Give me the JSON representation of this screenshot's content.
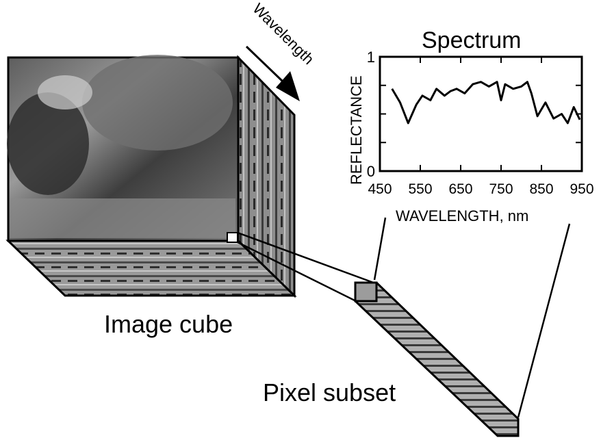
{
  "cube_label": "Image cube",
  "wavelength_arrow_label": "Wavelength",
  "pixel_subset_label": "Pixel subset",
  "chart_data": {
    "type": "line",
    "title": "Spectrum",
    "xlabel": "WAVELENGTH, nm",
    "ylabel": "REFLECTANCE",
    "xlim": [
      450,
      950
    ],
    "ylim": [
      0,
      1
    ],
    "x_ticks": [
      "450",
      "550",
      "650",
      "750",
      "850",
      "950"
    ],
    "y_ticks": [
      "0",
      "1"
    ],
    "grid": false,
    "series": [
      {
        "x": [
          480,
          500,
          520,
          540,
          555,
          575,
          590,
          610,
          625,
          640,
          660,
          680,
          700,
          720,
          740,
          750,
          760,
          780,
          800,
          815,
          825,
          840,
          860,
          880,
          900,
          915,
          930,
          945
        ],
        "y": [
          0.72,
          0.6,
          0.42,
          0.58,
          0.66,
          0.62,
          0.72,
          0.66,
          0.7,
          0.72,
          0.68,
          0.76,
          0.78,
          0.74,
          0.78,
          0.62,
          0.76,
          0.72,
          0.74,
          0.78,
          0.68,
          0.48,
          0.6,
          0.46,
          0.5,
          0.42,
          0.56,
          0.45
        ]
      }
    ]
  }
}
